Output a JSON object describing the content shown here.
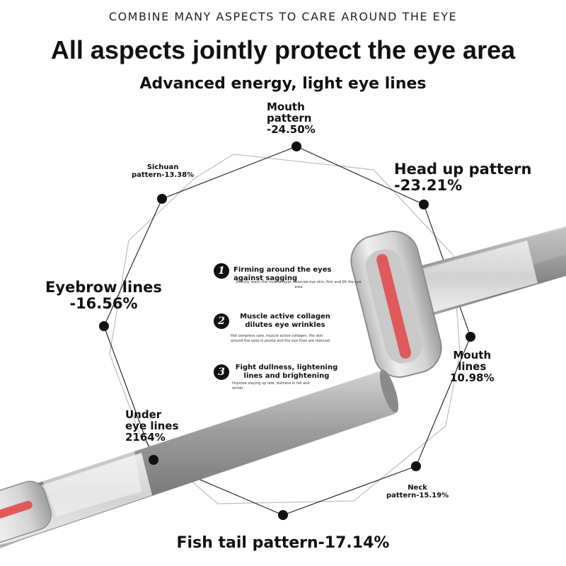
{
  "header": {
    "eyebrow": "COMBINE MANY ASPECTS TO CARE AROUND THE EYE",
    "title": "All aspects jointly protect the eye area",
    "subtitle": "Advanced energy, light eye lines"
  },
  "labels": {
    "mouth_pattern": {
      "line1": "Mouth",
      "line2": "pattern",
      "line3": "-24.50%"
    },
    "head_up": {
      "line1": "Head up pattern",
      "line2": "-23.21%"
    },
    "sichuan": {
      "line1": "Sichuan",
      "line2": "pattern-13.38%"
    },
    "eyebrow": {
      "line1": "Eyebrow lines",
      "line2": "-16.56%"
    },
    "mouth_lines": {
      "line1": "Mouth",
      "line2": "lines",
      "line3": "10.98%"
    },
    "under_eye": {
      "line1": "Under",
      "line2": "eye lines",
      "line3": "2164%"
    },
    "neck": {
      "line1": "Neck",
      "line2": "pattern-15.19%"
    },
    "fish_tail": {
      "text": "Fish tail pattern-17.14%"
    }
  },
  "features": [
    {
      "number": "1",
      "title": "Firming around the eyes against sagging",
      "desc": "Directly reach the muscle layer, exercise eye skin, firm and lift the eye area"
    },
    {
      "number": "2",
      "title": "Muscle active collagen dilutes eye wrinkles",
      "desc": "Hot compress care, muscle active collagen, the skin around the eyes is plump and the eye lines are reduced"
    },
    {
      "number": "3",
      "title": "Fight dullness, lightening lines and brightening",
      "desc": "Improve staying up late, dullness in fall and winter"
    }
  ],
  "colors": {
    "accent_light": "#e05a5a",
    "device_metal": "#9a9a9a",
    "device_head": "#dcdcdc"
  }
}
